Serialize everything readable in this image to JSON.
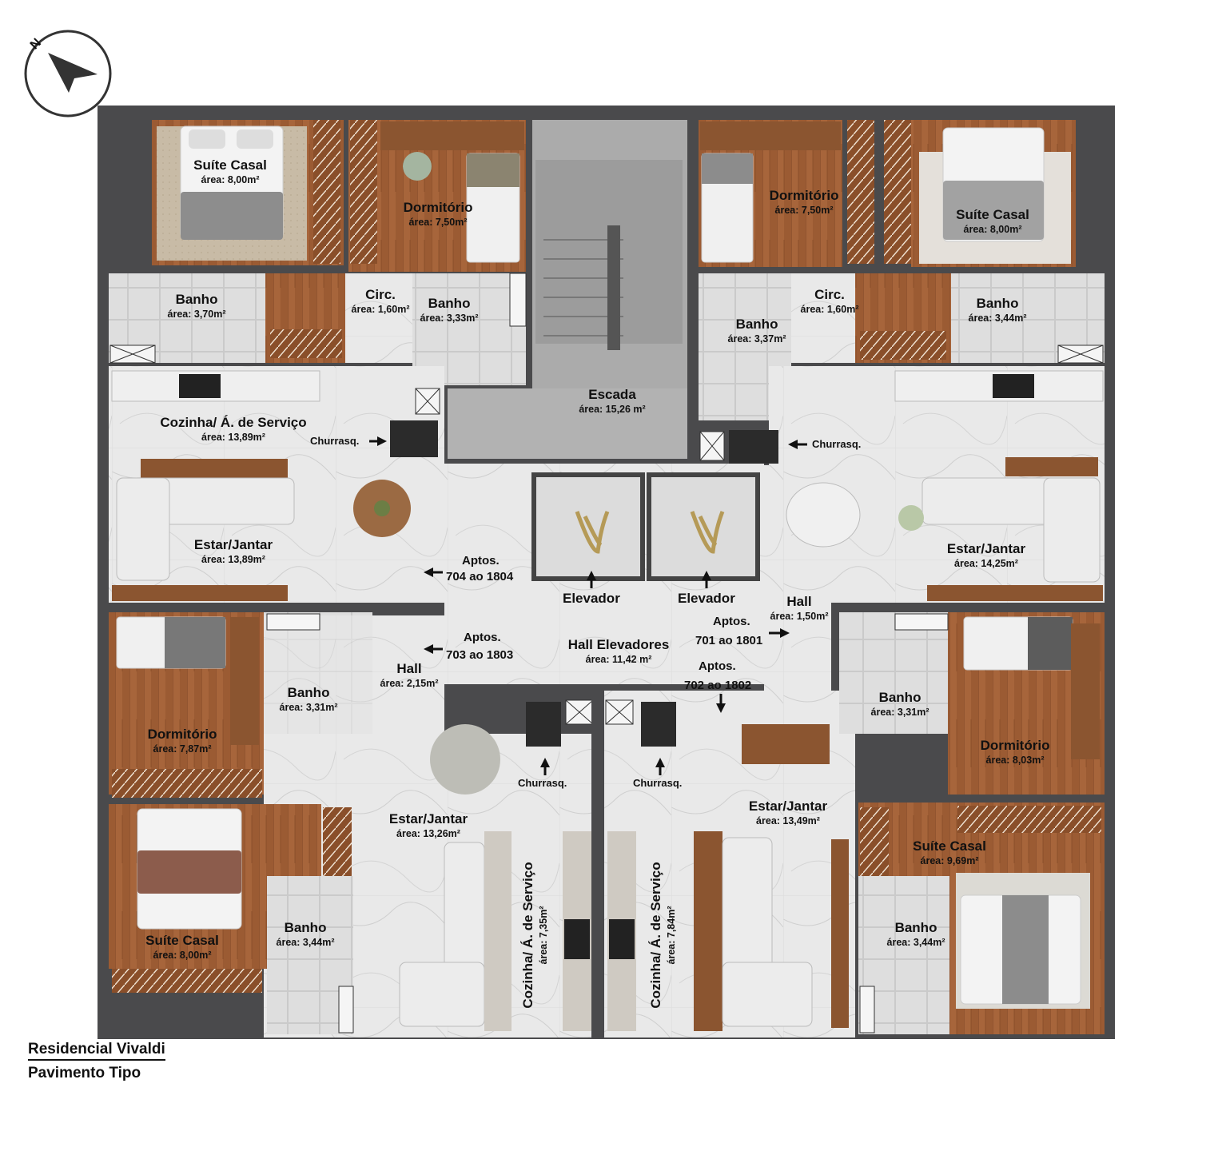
{
  "title": "Residencial Vivaldi",
  "subtitle": "Pavimento Tipo",
  "compass": {
    "label": "N"
  },
  "rooms": [
    {
      "id": "suite-nw",
      "name": "Suíte Casal",
      "area": "área: 8,00m²"
    },
    {
      "id": "dorm-nw",
      "name": "Dormitório",
      "area": "área: 7,50m²"
    },
    {
      "id": "dorm-ne",
      "name": "Dormitório",
      "area": "área: 7,50m²"
    },
    {
      "id": "suite-ne",
      "name": "Suíte Casal",
      "area": "área: 8,00m²"
    },
    {
      "id": "banho-nw1",
      "name": "Banho",
      "area": "área: 3,70m²"
    },
    {
      "id": "circ-nw",
      "name": "Circ.",
      "area": "área: 1,60m²"
    },
    {
      "id": "banho-nw2",
      "name": "Banho",
      "area": "área: 3,33m²"
    },
    {
      "id": "banho-ne1",
      "name": "Banho",
      "area": "área: 3,37m²"
    },
    {
      "id": "circ-ne",
      "name": "Circ.",
      "area": "área: 1,60m²"
    },
    {
      "id": "banho-ne2",
      "name": "Banho",
      "area": "área: 3,44m²"
    },
    {
      "id": "escada",
      "name": "Escada",
      "area": "área: 15,26 m²"
    },
    {
      "id": "cozinha-nw",
      "name": "Cozinha/ Á. de Serviço",
      "area": "área: 13,89m²"
    },
    {
      "id": "estar-nw",
      "name": "Estar/Jantar",
      "area": "área: 13,89m²"
    },
    {
      "id": "estar-ne",
      "name": "Estar/Jantar",
      "area": "área: 14,25m²"
    },
    {
      "id": "hall-e",
      "name": "Hall",
      "area": "área: 1,50m²"
    },
    {
      "id": "hall-elev",
      "name": "Hall Elevadores",
      "area": "área: 11,42 m²"
    },
    {
      "id": "hall-w",
      "name": "Hall",
      "area": "área: 2,15m²"
    },
    {
      "id": "dorm-sw",
      "name": "Dormitório",
      "area": "área: 7,87m²"
    },
    {
      "id": "banho-sw1",
      "name": "Banho",
      "area": "área: 3,31m²"
    },
    {
      "id": "banho-se1",
      "name": "Banho",
      "area": "área: 3,31m²"
    },
    {
      "id": "dorm-se",
      "name": "Dormitório",
      "area": "área: 8,03m²"
    },
    {
      "id": "estar-sw",
      "name": "Estar/Jantar",
      "area": "área: 13,26m²"
    },
    {
      "id": "estar-se",
      "name": "Estar/Jantar",
      "area": "área: 13,49m²"
    },
    {
      "id": "suite-se",
      "name": "Suíte Casal",
      "area": "área: 9,69m²"
    },
    {
      "id": "suite-sw",
      "name": "Suíte Casal",
      "area": "área: 8,00m²"
    },
    {
      "id": "banho-sw2",
      "name": "Banho",
      "area": "área: 3,44m²"
    },
    {
      "id": "banho-se2",
      "name": "Banho",
      "area": "área: 3,44m²"
    },
    {
      "id": "cozinha-sw",
      "name": "Cozinha/ Á. de Serviço",
      "area": "área: 7,35m²"
    },
    {
      "id": "cozinha-se",
      "name": "Cozinha/ Á. de Serviço",
      "area": "área: 7,84m²"
    }
  ],
  "labels": {
    "churrasq": "Churrasq.",
    "elevador": "Elevador",
    "aptos_704": [
      "Aptos.",
      "704 ao 1804"
    ],
    "aptos_703": [
      "Aptos.",
      "703 ao 1803"
    ],
    "aptos_701": [
      "Aptos.",
      "701 ao 1801"
    ],
    "aptos_702": [
      "Aptos.",
      "702 ao 1802"
    ]
  },
  "colors": {
    "wall": "#4a4a4c",
    "wood": "#9a5a32",
    "marble": "#e6e6e6",
    "stair": "#a8a8a8",
    "gold": "#b59a57",
    "bathroom": "#dcdcdc"
  }
}
